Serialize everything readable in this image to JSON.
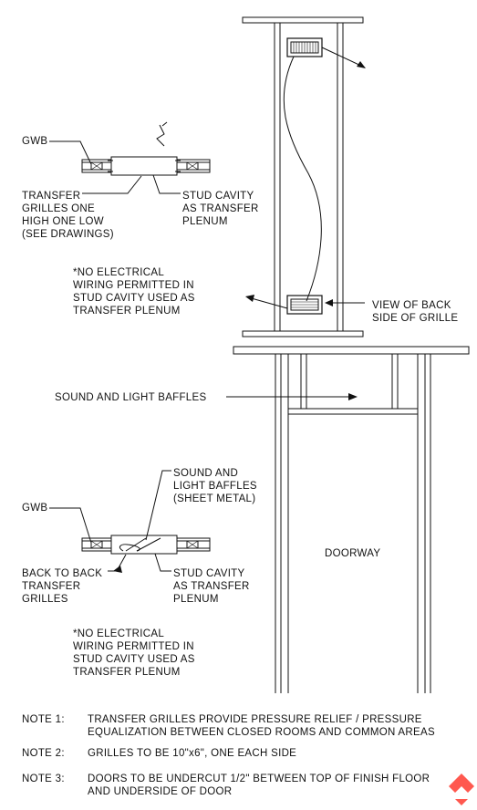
{
  "upper_detail": {
    "gwb_label": "GWB",
    "transfer_grilles": [
      "TRANSFER",
      "GRILLES ONE",
      "HIGH ONE LOW",
      "(SEE DRAWINGS)"
    ],
    "stud_cavity": [
      "STUD CAVITY",
      "AS TRANSFER",
      "PLENUM"
    ],
    "note": [
      "*NO ELECTRICAL",
      "WIRING PERMITTED IN",
      "STUD CAVITY USED AS",
      "TRANSFER PLENUM"
    ]
  },
  "upper_elevation": {
    "view_back": [
      "VIEW OF BACK",
      "SIDE OF GRILLE"
    ]
  },
  "lower_elevation": {
    "baffles_label": "SOUND AND LIGHT BAFFLES",
    "doorway_label": "DOORWAY"
  },
  "lower_detail": {
    "gwb_label": "GWB",
    "baffles": [
      "SOUND AND",
      "LIGHT BAFFLES",
      "(SHEET METAL)"
    ],
    "back_to_back": [
      "BACK TO BACK",
      "TRANSFER",
      "GRILLES"
    ],
    "stud_cavity": [
      "STUD CAVITY",
      "AS TRANSFER",
      "PLENUM"
    ],
    "note": [
      "*NO ELECTRICAL",
      "WIRING PERMITTED IN",
      "STUD CAVITY USED AS",
      "TRANSFER PLENUM"
    ]
  },
  "notes": [
    {
      "label": "NOTE 1:",
      "lines": [
        "TRANSFER GRILLES PROVIDE PRESSURE RELIEF / PRESSURE",
        "EQUALIZATION BETWEEN CLOSED ROOMS AND COMMON AREAS"
      ]
    },
    {
      "label": "NOTE 2:",
      "lines": [
        "GRILLES TO BE 10\"x6\", ONE EACH SIDE"
      ]
    },
    {
      "label": "NOTE 3:",
      "lines": [
        "DOORS TO BE UNDERCUT 1/2\" BETWEEN TOP OF FINISH FLOOR",
        "AND UNDERSIDE OF DOOR"
      ]
    }
  ],
  "colors": {
    "line": "#111111",
    "watermark": "#ff3b30"
  }
}
